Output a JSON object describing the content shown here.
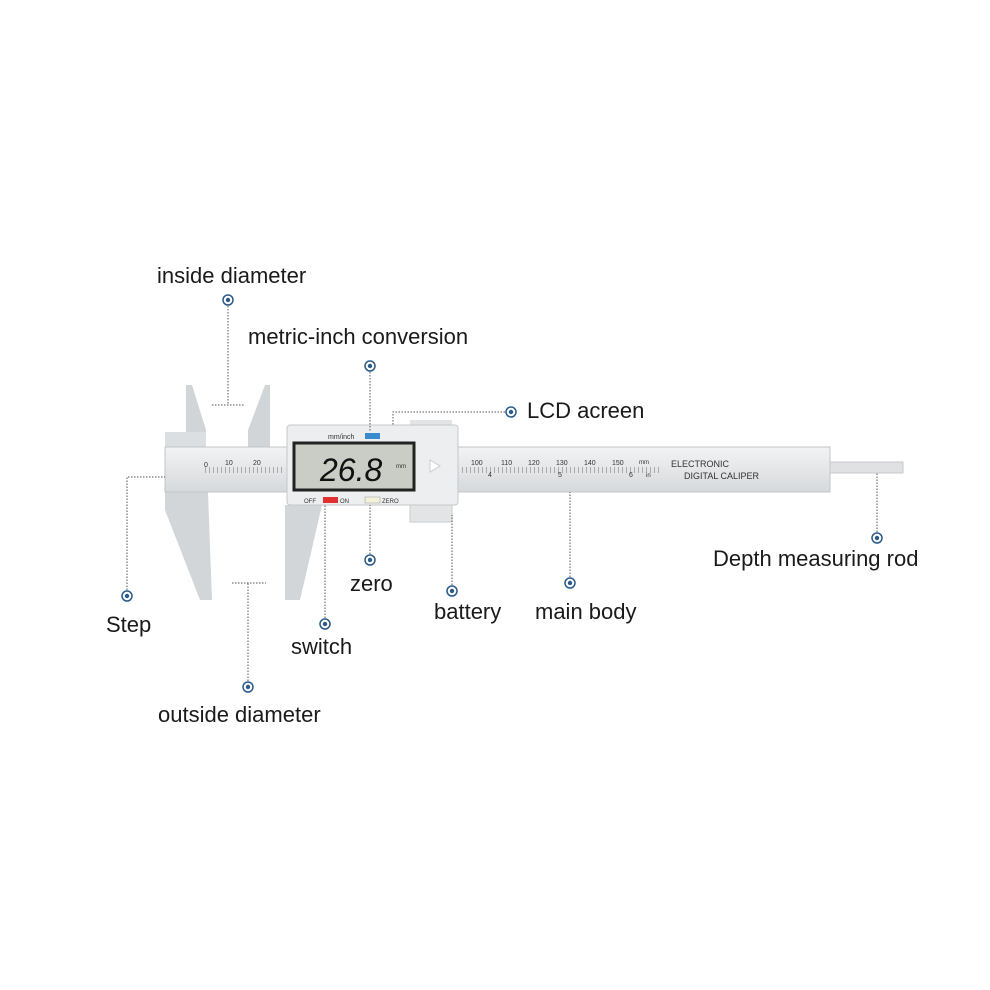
{
  "labels": {
    "inside_diameter": "inside diameter",
    "metric_inch": "metric-inch conversion",
    "lcd": "LCD acreen",
    "depth_rod": "Depth measuring rod",
    "main_body": "main body",
    "battery": "battery",
    "zero": "zero",
    "switch": "switch",
    "step": "Step",
    "outside_diameter": "outside diameter"
  },
  "device": {
    "display_value": "26.8",
    "display_unit": "mm",
    "unit_button": "mm/inch",
    "off": "OFF",
    "on": "ON",
    "zero": "ZERO",
    "brand_line1": "ELECTRONIC",
    "brand_line2": "DIGITAL CALIPER",
    "scale_mm_unit": "mm",
    "scale_in_unit": "in",
    "scale_left": [
      "0",
      "10",
      "20"
    ],
    "scale_right": [
      "100",
      "110",
      "120",
      "130",
      "140",
      "150"
    ],
    "inch_marks": [
      "4",
      "5",
      "6"
    ]
  },
  "colors": {
    "dot": "#2a5a8a",
    "body": "#e6e8ea",
    "lcd": "#c9cdc6",
    "on": "#e03030",
    "unit": "#3a8ad0"
  }
}
